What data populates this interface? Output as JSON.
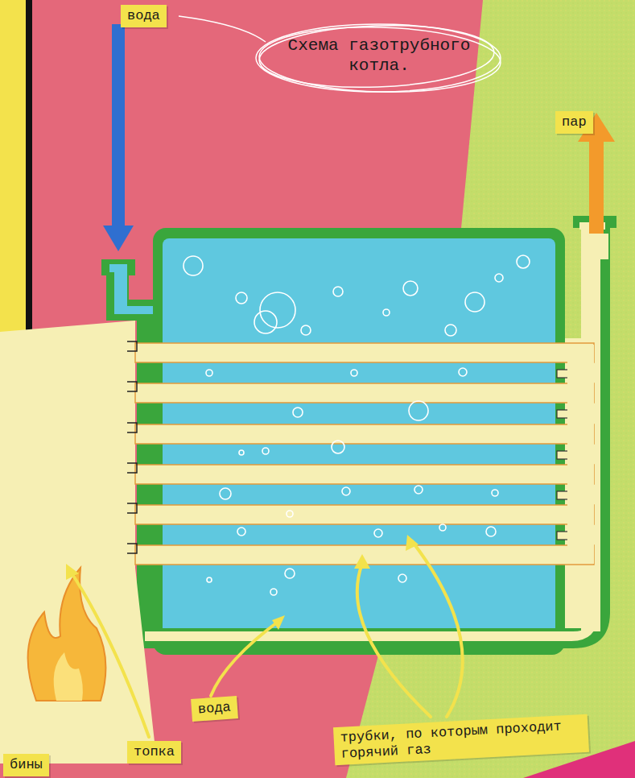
{
  "diagram": {
    "title": "Схема газотрубного котла.",
    "labels": [
      "вода",
      "пар",
      "вода",
      "трубки, по которым проходит горячий газ",
      "топка",
      "бины"
    ]
  }
}
